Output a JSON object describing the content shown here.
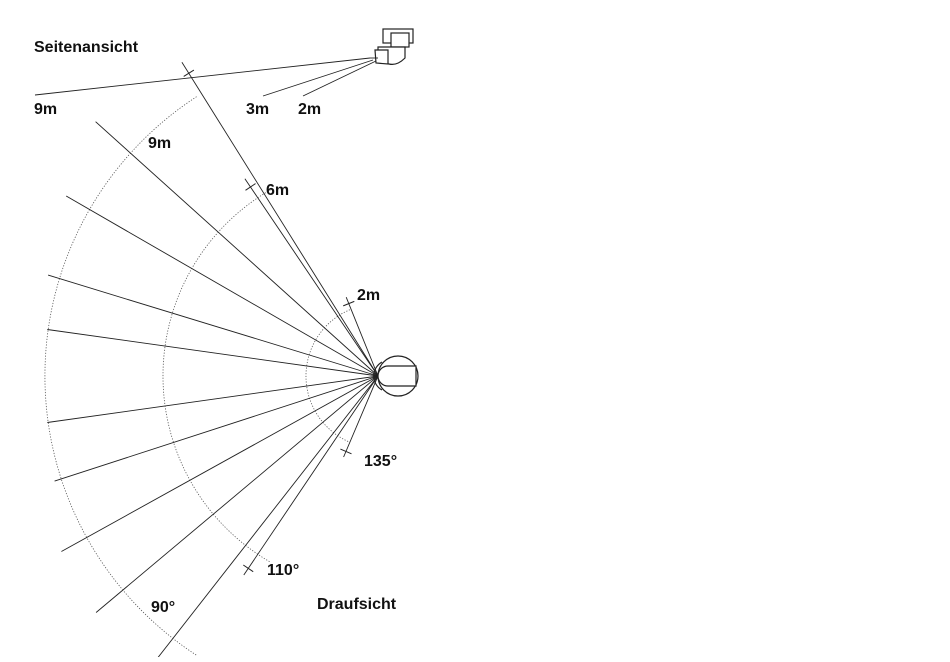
{
  "side_view": {
    "title": "Seitenansicht",
    "labels": [
      "9m",
      "3m",
      "2m"
    ]
  },
  "top_view": {
    "title": "Draufsicht",
    "range_labels": [
      "9m",
      "6m",
      "2m"
    ],
    "angle_labels": [
      "135°",
      "110°",
      "90°"
    ]
  },
  "colors": {
    "line": "#222222",
    "arc": "#555555"
  }
}
